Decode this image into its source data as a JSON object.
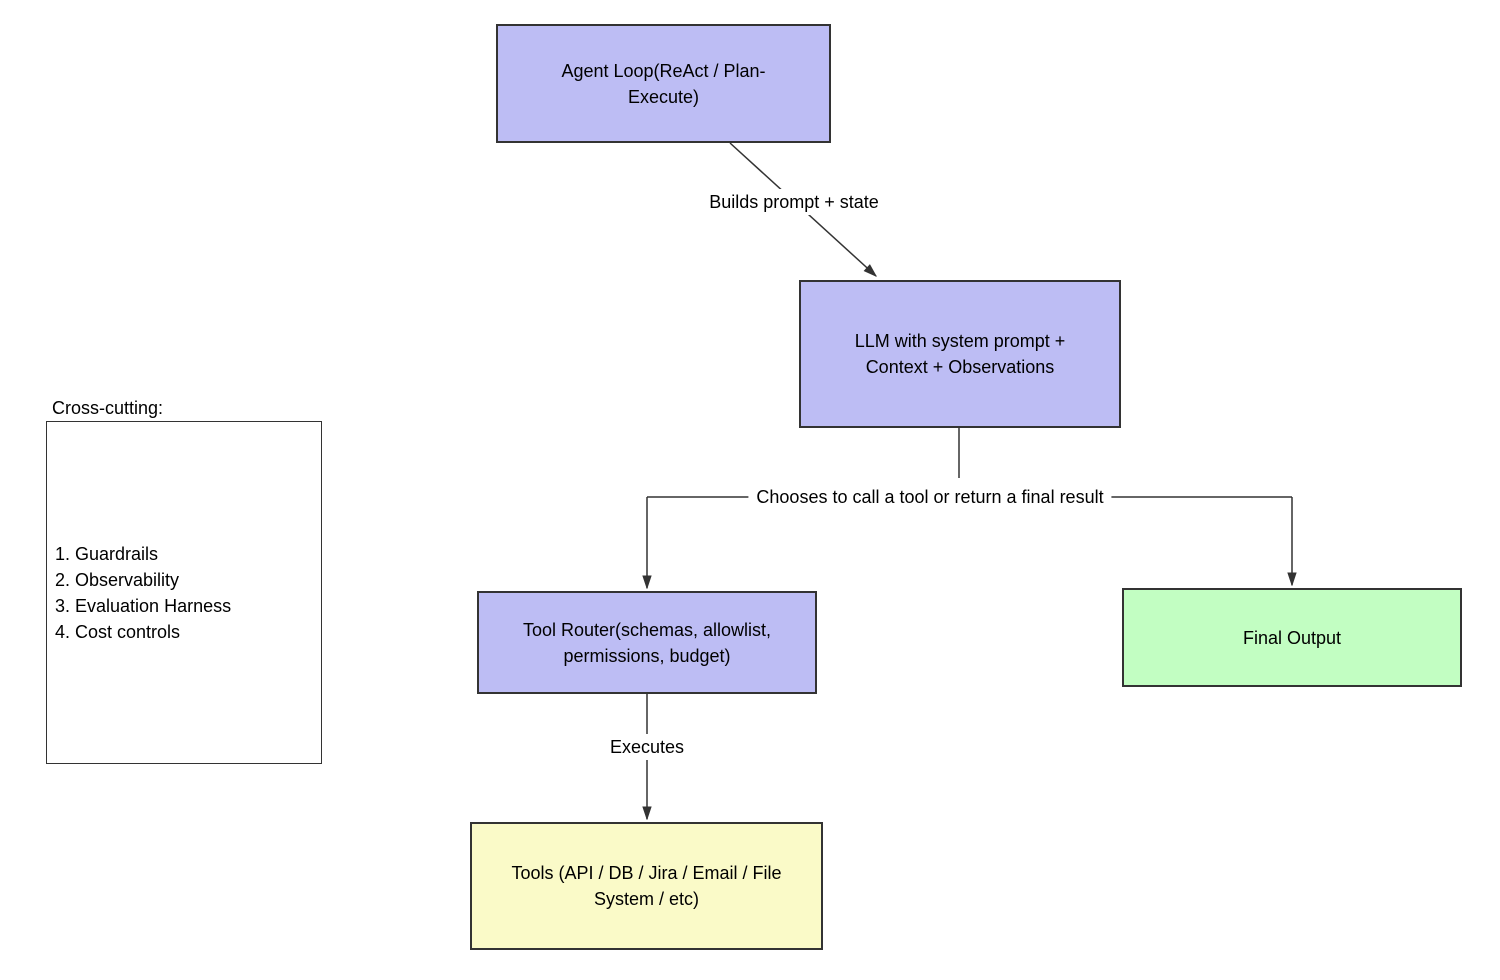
{
  "colors": {
    "node_purple": "#BDBDF4",
    "node_green": "#C2FEC2",
    "node_yellow": "#FAFAC8",
    "border": "#333333",
    "line": "#333333",
    "text": "#000000",
    "background": "#ffffff"
  },
  "nodes": {
    "agent_loop": {
      "label": "Agent Loop(ReAct / Plan-\nExecute)",
      "fill": "#BDBDF4"
    },
    "llm": {
      "label": "LLM with system prompt +\nContext + Observations",
      "fill": "#BDBDF4"
    },
    "tool_router": {
      "label": "Tool Router(schemas, allowlist,\npermissions, budget)",
      "fill": "#BDBDF4"
    },
    "final_output": {
      "label": "Final Output",
      "fill": "#C2FEC2"
    },
    "tools": {
      "label": "Tools (API / DB / Jira / Email / File\nSystem / etc)",
      "fill": "#FAFAC8"
    }
  },
  "edges": {
    "builds_prompt": {
      "label": "Builds prompt + state",
      "from": "agent_loop",
      "to": "llm"
    },
    "chooses": {
      "label": "Chooses to call a tool or return a final result",
      "from": "llm",
      "to": "tool_router, final_output"
    },
    "executes": {
      "label": "Executes",
      "from": "tool_router",
      "to": "tools"
    }
  },
  "cross_cutting": {
    "title": "Cross-cutting:",
    "items": [
      "1. Guardrails",
      "2. Observability",
      "3. Evaluation Harness",
      "4. Cost controls"
    ]
  }
}
